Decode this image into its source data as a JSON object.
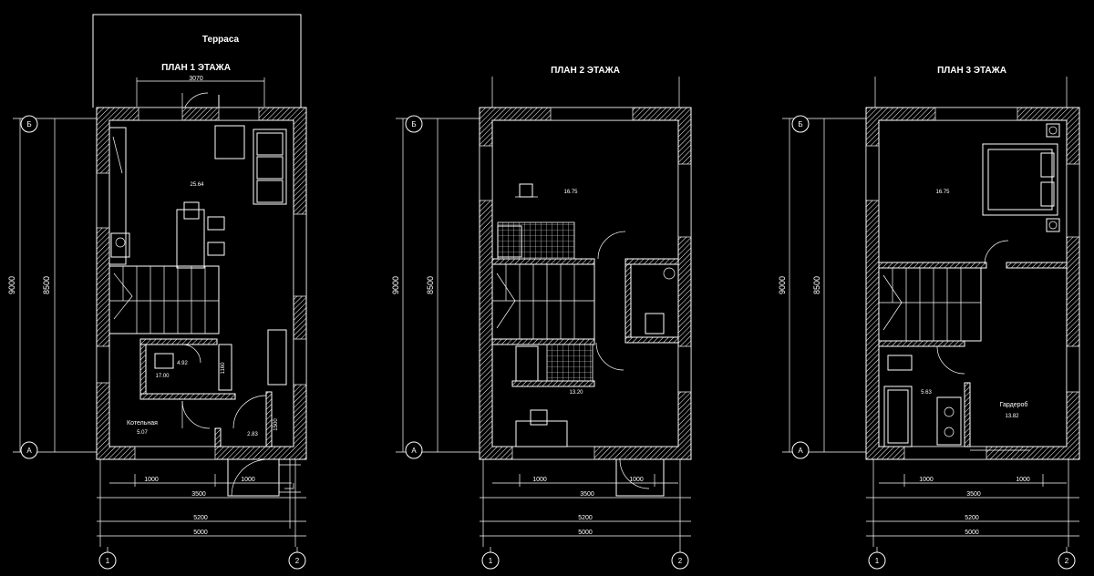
{
  "plans": [
    {
      "title": "ПЛАН 1 ЭТАЖА",
      "terrace": "Терраса",
      "terrace_dim": "3070",
      "overall_dim": "9000",
      "inner_dim": "8500",
      "bottom_dims": [
        "1000",
        "1000",
        "3500",
        "5200",
        "5000"
      ],
      "axes": [
        "Б",
        "А",
        "1",
        "2"
      ],
      "rooms": [
        {
          "label": "25.64"
        },
        {
          "label": "4.92"
        },
        {
          "label": "17.00"
        },
        {
          "label": "1160"
        },
        {
          "label": "Котельная"
        },
        {
          "label": "5.07"
        },
        {
          "label": "2.83"
        },
        {
          "label": "1500"
        }
      ]
    },
    {
      "title": "ПЛАН 2 ЭТАЖА",
      "overall_dim": "9000",
      "inner_dim": "8500",
      "bottom_dims": [
        "1000",
        "1000",
        "3500",
        "5200",
        "5000"
      ],
      "axes": [
        "Б",
        "А",
        "1",
        "2"
      ],
      "rooms": [
        {
          "label": "16.75"
        },
        {
          "label": "13.20"
        }
      ]
    },
    {
      "title": "ПЛАН 3 ЭТАЖА",
      "overall_dim": "9000",
      "inner_dim": "8500",
      "bottom_dims": [
        "1000",
        "1000",
        "3500",
        "5200",
        "5000"
      ],
      "axes": [
        "Б",
        "А",
        "1",
        "2"
      ],
      "rooms": [
        {
          "label": "16.75"
        },
        {
          "label": "5.63"
        },
        {
          "label": "Гардероб"
        },
        {
          "label": "13.82"
        }
      ]
    }
  ]
}
